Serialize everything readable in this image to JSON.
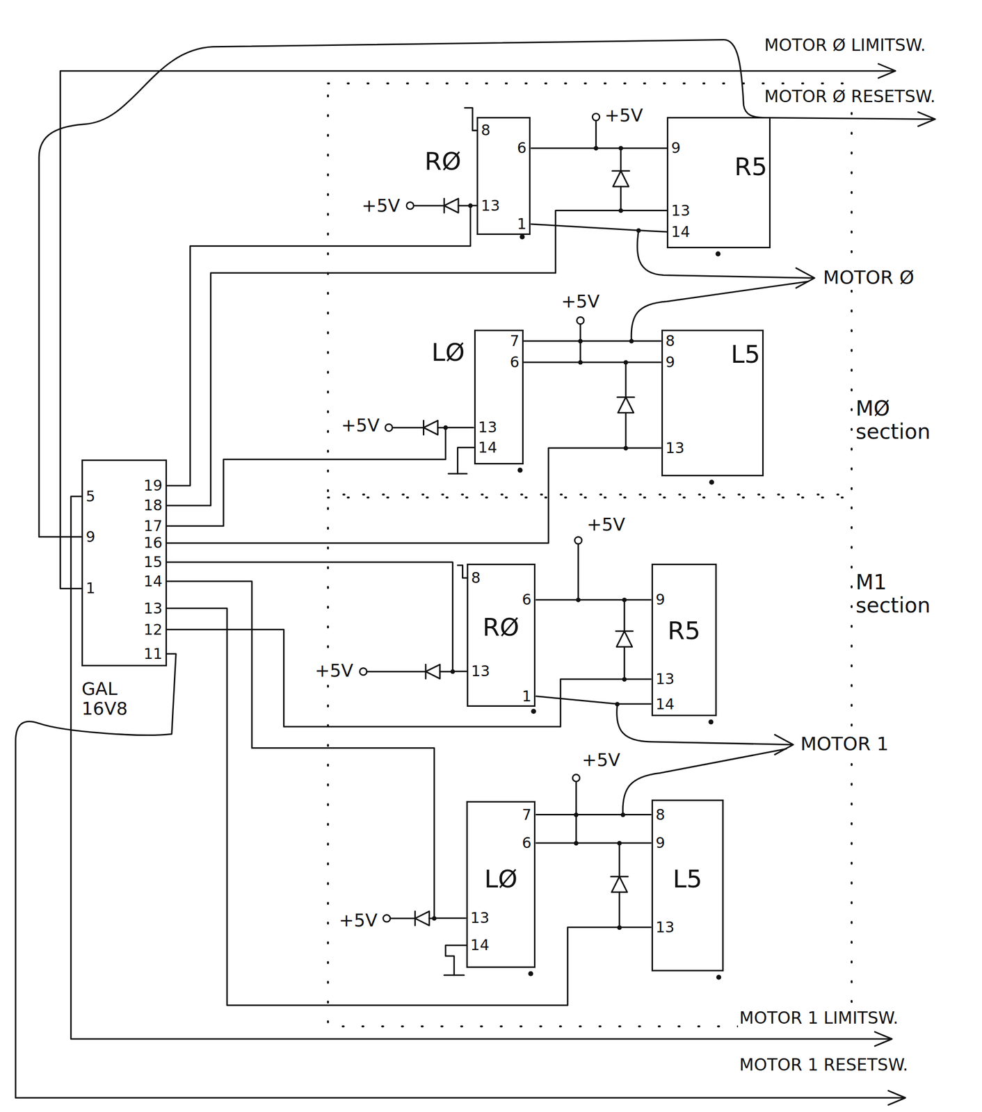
{
  "diagram": {
    "nodes": [
      {
        "text": [
          "MØ section"
        ]
      },
      {
        "text": [
          "RØ",
          "8",
          "13",
          "6",
          "1"
        ],
        "in": 0
      },
      {
        "text": [
          "R5",
          "9",
          "13",
          "14"
        ],
        "in": 0
      },
      {
        "text": [
          "LØ",
          "7",
          "6",
          "13",
          "14"
        ],
        "in": 0
      },
      {
        "text": [
          "L5",
          "8",
          "9",
          "13"
        ],
        "in": 0
      },
      {
        "text": [
          "GAL 16V8",
          "5",
          "9",
          "1",
          "19",
          "18",
          "17",
          "16",
          "15",
          "14",
          "13",
          "12",
          "11"
        ]
      },
      {
        "text": [
          "M1 section"
        ]
      },
      {
        "text": [
          "RØ",
          "8",
          "13",
          "6",
          "1"
        ],
        "in": 6
      },
      {
        "text": [
          "R5",
          "9",
          "13",
          "14"
        ],
        "in": 6
      },
      {
        "text": [
          "LØ",
          "7",
          "6",
          "13",
          "14"
        ],
        "in": 6
      },
      {
        "text": [
          "L5",
          "8",
          "9",
          "13"
        ],
        "in": 6
      }
    ],
    "edges": [
      {
        "from": 5,
        "to": 1,
        "arrow": "none"
      },
      {
        "from": 5,
        "to": 2,
        "arrow": "none"
      },
      {
        "from": 5,
        "to": 3,
        "arrow": "none"
      },
      {
        "from": 5,
        "to": 4,
        "arrow": "none"
      },
      {
        "from": 5,
        "to": 7,
        "arrow": "none"
      },
      {
        "from": 5,
        "to": 9,
        "arrow": "none"
      },
      {
        "from": 5,
        "to": 10,
        "arrow": "none"
      },
      {
        "from": 5,
        "to": 8,
        "arrow": "none"
      },
      {
        "from": 1,
        "to": 2,
        "arrow": "none"
      },
      {
        "from": 1,
        "to": 2,
        "arrow": "none"
      },
      {
        "from": 3,
        "to": 4,
        "arrow": "none"
      },
      {
        "from": 3,
        "to": 4,
        "arrow": "none"
      },
      {
        "from": 7,
        "to": 8,
        "arrow": "none"
      },
      {
        "from": 7,
        "to": 8,
        "arrow": "none"
      },
      {
        "from": 9,
        "to": 10,
        "arrow": "none"
      },
      {
        "from": 9,
        "to": 10,
        "arrow": "none"
      }
    ],
    "labels": [
      "MOTOR Ø LIMITSW.",
      "MOTOR Ø RESETSW.",
      "+5V",
      "+5V",
      "MOTOR Ø",
      "+5V",
      "+5V",
      "+5V",
      "+5V",
      "MOTOR 1",
      "+5V",
      "+5V",
      "MOTOR 1 LIMITSW.",
      "MOTOR 1 RESETSW."
    ]
  }
}
